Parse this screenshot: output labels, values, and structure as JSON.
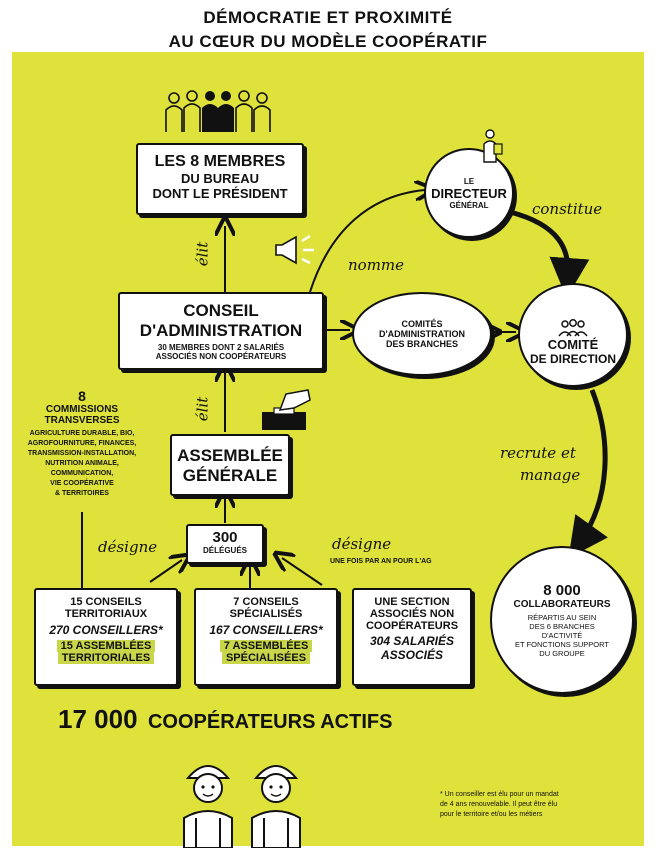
{
  "title": {
    "line1": "DÉMOCRATIE ET PROXIMITÉ",
    "line2": "AU CŒUR DU MODÈLE COOPÉRATIF"
  },
  "bureau": {
    "line1": "LES 8 MEMBRES",
    "line2": "DU BUREAU",
    "line3": "DONT LE PRÉSIDENT"
  },
  "conseil": {
    "line1": "CONSEIL",
    "line2": "D'ADMINISTRATION",
    "sub1": "30 MEMBRES DONT 2 SALARIÉS",
    "sub2": "ASSOCIÉS NON COOPÉRATEURS"
  },
  "assemblee": {
    "line1": "ASSEMBLÉE",
    "line2": "GÉNÉRALE"
  },
  "delegues": {
    "count": "300",
    "label": "DÉLÉGUÉS"
  },
  "commissions": {
    "count": "8",
    "title1": "COMMISSIONS",
    "title2": "TRANSVERSES",
    "items": [
      "AGRICULTURE DURABLE, BIO,",
      "AGROFOURNITURE, FINANCES,",
      "TRANSMISSION-INSTALLATION,",
      "NUTRITION ANIMALE,",
      "COMMUNICATION,",
      "VIE COOPÉRATIVE",
      "& TERRITOIRES"
    ]
  },
  "directeur": {
    "line1": "LE",
    "line2": "DIRECTEUR",
    "line3": "GÉNÉRAL"
  },
  "comites_branches": {
    "line1": "COMITÉS",
    "line2": "D'ADMINISTRATION",
    "line3": "DES BRANCHES"
  },
  "comite_direction": {
    "line1": "COMITÉ",
    "line2": "DE DIRECTION"
  },
  "collaborateurs": {
    "count": "8 000",
    "label": "COLLABORATEURS",
    "desc1": "RÉPARTIS AU SEIN",
    "desc2": "DES 6 BRANCHES",
    "desc3": "D'ACTIVITÉ",
    "desc4": "ET FONCTIONS SUPPORT",
    "desc5": "DU GROUPE"
  },
  "conseils_territoriaux": {
    "line1": "15 CONSEILS",
    "line2": "TERRITORIAUX",
    "conseillers": "270 CONSEILLERS*",
    "assemblees1": "15 ASSEMBLÉES",
    "assemblees2": "TERRITORIALES"
  },
  "conseils_specialises": {
    "line1": "7 CONSEILS",
    "line2": "SPÉCIALISÉS",
    "conseillers": "167 CONSEILLERS*",
    "assemblees1": "7 ASSEMBLÉES",
    "assemblees2": "SPÉCIALISÉES"
  },
  "section": {
    "line1": "UNE SECTION",
    "line2": "ASSOCIÉS NON",
    "line3": "COOPÉRATEURS",
    "salaries1": "304 SALARIÉS",
    "salaries2": "ASSOCIÉS"
  },
  "cooperateurs": {
    "count": "17 000",
    "label": "COOPÉRATEURS ACTIFS"
  },
  "labels": {
    "elit_top": "élit",
    "elit_bottom": "élit",
    "nomme": "nomme",
    "constitue": "constitue",
    "recrute1": "recrute et",
    "recrute2": "manage",
    "designe_left": "désigne",
    "designe_right": "désigne",
    "designe_right_sub": "UNE FOIS PAR AN POUR L'AG"
  },
  "footnote": {
    "line1": "* Un conseiller est élu pour un mandat",
    "line2": "de 4 ans renouvelable. Il peut être élu",
    "line3": "pour le territoire et/ou les métiers"
  },
  "colors": {
    "background": "#dee23b",
    "highlight": "#c9d64a",
    "ink": "#111111"
  },
  "icons": [
    "crowd-icon",
    "megaphone-icon",
    "ballot-icon",
    "person-icon",
    "group-icon",
    "farmers-icon"
  ]
}
